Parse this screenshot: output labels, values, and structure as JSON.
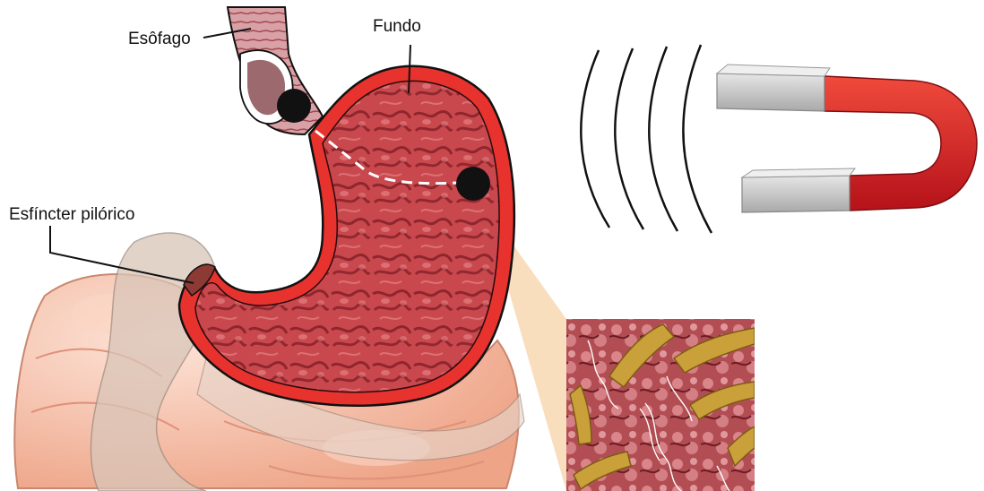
{
  "labels": {
    "esofago": "Esôfago",
    "fundo": "Fundo",
    "esfincter": "Esfíncter pilórico"
  },
  "colors": {
    "stomach_wall": "#e8322e",
    "stomach_inner": "#c8464a",
    "tissue_dark": "#7a1a22",
    "magnet_red": "#e02424",
    "magnet_steel": "#c9c9c9",
    "intestine": "#f2b49a",
    "zoom_cone": "#f7d3a8",
    "capsule": "#111111",
    "bacteria": "#c9a03a"
  },
  "icons": {
    "magnet": "horseshoe-magnet-icon",
    "capsule": "capsule-dot-icon",
    "field": "magnetic-field-arcs-icon"
  }
}
